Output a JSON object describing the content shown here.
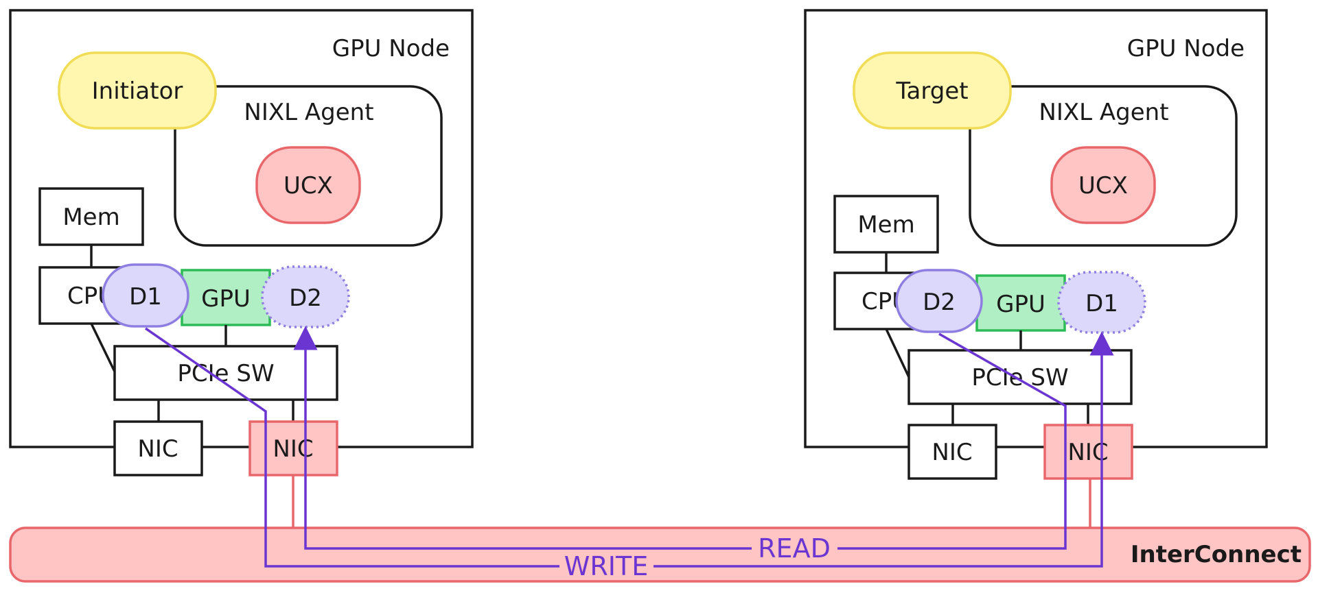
{
  "colors": {
    "initiator_fill": "#fff6b0",
    "initiator_stroke": "#f1dc55",
    "ucx_fill": "#ffc4c4",
    "ucx_stroke": "#e8676b",
    "gpu_fill": "#b0eec3",
    "gpu_stroke": "#2dbb55",
    "data_fill": "#dcd8fb",
    "data_stroke": "#8f7ee2",
    "nic_fill": "#ffc4c4",
    "nic_stroke": "#e8676b",
    "flow": "#6a35d0"
  },
  "left_node": {
    "title": "GPU Node",
    "role": "Initiator",
    "agent": "NIXL Agent",
    "ucx": "UCX",
    "mem": "Mem",
    "cpu": "CPU",
    "gpu": "GPU",
    "buffer_a": "D1",
    "buffer_b": "D2",
    "pcie": "PCIe SW",
    "nic_a": "NIC",
    "nic_b": "NIC"
  },
  "right_node": {
    "title": "GPU Node",
    "role": "Target",
    "agent": "NIXL Agent",
    "ucx": "UCX",
    "mem": "Mem",
    "cpu": "CPU",
    "gpu": "GPU",
    "buffer_a": "D2",
    "buffer_b": "D1",
    "pcie": "PCIe SW",
    "nic_a": "NIC",
    "nic_b": "NIC"
  },
  "interconnect": {
    "label": "InterConnect"
  },
  "flows": {
    "read_label": "READ",
    "write_label": "WRITE"
  }
}
